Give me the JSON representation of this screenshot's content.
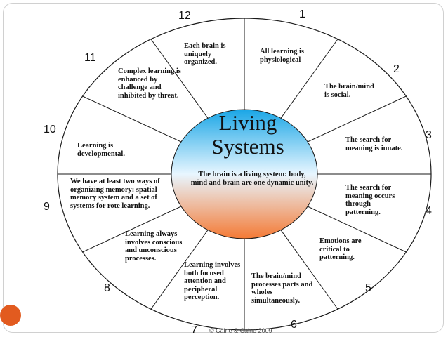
{
  "center": {
    "title": "Living\nSystems",
    "body": "The brain is a living system: body, mind and brain are one dynamic unity."
  },
  "segments": [
    {
      "number": "1",
      "text": "All learning is physiological"
    },
    {
      "number": "2",
      "text": "The brain/mind is social."
    },
    {
      "number": "3",
      "text": "The search for meaning is innate."
    },
    {
      "number": "4",
      "text": "The search for meaning occurs through patterning."
    },
    {
      "number": "5",
      "text": "Emotions are critical to patterning."
    },
    {
      "number": "6",
      "text": "The brain/mind processes parts and wholes simultaneously."
    },
    {
      "number": "7",
      "text": "Learning involves both focused attention and peripheral perception."
    },
    {
      "number": "8",
      "text": "Learning always involves conscious and unconscious processes."
    },
    {
      "number": "9",
      "text": "We have at least two ways of organizing memory: spatial memory system and a set of systems for rote learning."
    },
    {
      "number": "10",
      "text": "Learning is developmental."
    },
    {
      "number": "11",
      "text": "Complex learning is enhanced by challenge and inhibited by threat."
    },
    {
      "number": "12",
      "text": "Each brain is uniquely organized."
    }
  ],
  "footer": {
    "credit": "© Caine & Caine 2009"
  },
  "colors": {
    "ring_border": "#1a1a1a",
    "center_top": "#1aa6e6",
    "center_mid": "#e8f6ff",
    "center_bottom": "#f47a35",
    "accent_marker": "#e25b1f"
  }
}
